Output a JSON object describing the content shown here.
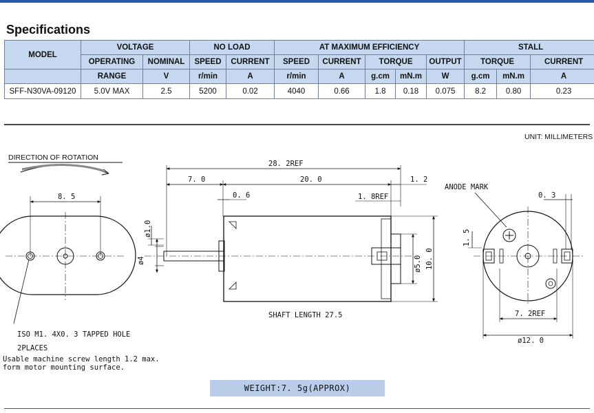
{
  "title": "Specifications",
  "table": {
    "h_model": "MODEL",
    "h_voltage": "VOLTAGE",
    "h_noload": "NO LOAD",
    "h_maxeff": "AT MAXIMUM EFFICIENCY",
    "h_stall": "STALL",
    "h_operating": "OPERATING",
    "h_range": "RANGE",
    "h_nominal": "NOMINAL",
    "h_speed": "SPEED",
    "h_current": "CURRENT",
    "h_torque": "TORQUE",
    "h_output": "OUTPUT",
    "u_v": "V",
    "u_rmin": "r/min",
    "u_a": "A",
    "u_gcm": "g.cm",
    "u_mnm": "mN.m",
    "u_w": "W",
    "row": {
      "model": "SFF-N30VA-09120",
      "operating_range": "5.0V MAX",
      "nominal": "2.5",
      "nl_speed": "5200",
      "nl_current": "0.02",
      "me_speed": "4040",
      "me_current": "0.66",
      "me_torque_gcm": "1.8",
      "me_torque_mnm": "0.18",
      "me_output": "0.075",
      "st_torque_gcm": "8.2",
      "st_torque_mnm": "0.80",
      "st_current": "0.23"
    }
  },
  "drawing": {
    "unit": "UNIT: MILLIMETERS",
    "rotation": "DIRECTION OF ROTATION",
    "d_8_5": "8. 5",
    "d_28_2": "28. 2REF",
    "d_7_0": "7. 0",
    "d_20_0": "20. 0",
    "d_1_2": "1. 2",
    "d_0_6": "0. 6",
    "d_1_8": "1. 8REF",
    "d_phi1": "ø1.0",
    "d_phi4": "ø4",
    "d_phi5": "ø5.0",
    "d_10": "10. 0",
    "shaft": "SHAFT LENGTH 27.5",
    "anode": "ANODE MARK",
    "d_0_3": "0. 3",
    "d_1_5": "1. 5",
    "d_7_2": "7. 2REF",
    "d_phi12": "ø12. 0",
    "iso": "ISO M1. 4X0. 3 TAPPED HOLE",
    "places": "2PLACES",
    "note1": "Usable machine screw length 1.2 max.",
    "note2": "form motor mounting surface.",
    "weight": "WEIGHT:7. 5g(APPROX)"
  }
}
